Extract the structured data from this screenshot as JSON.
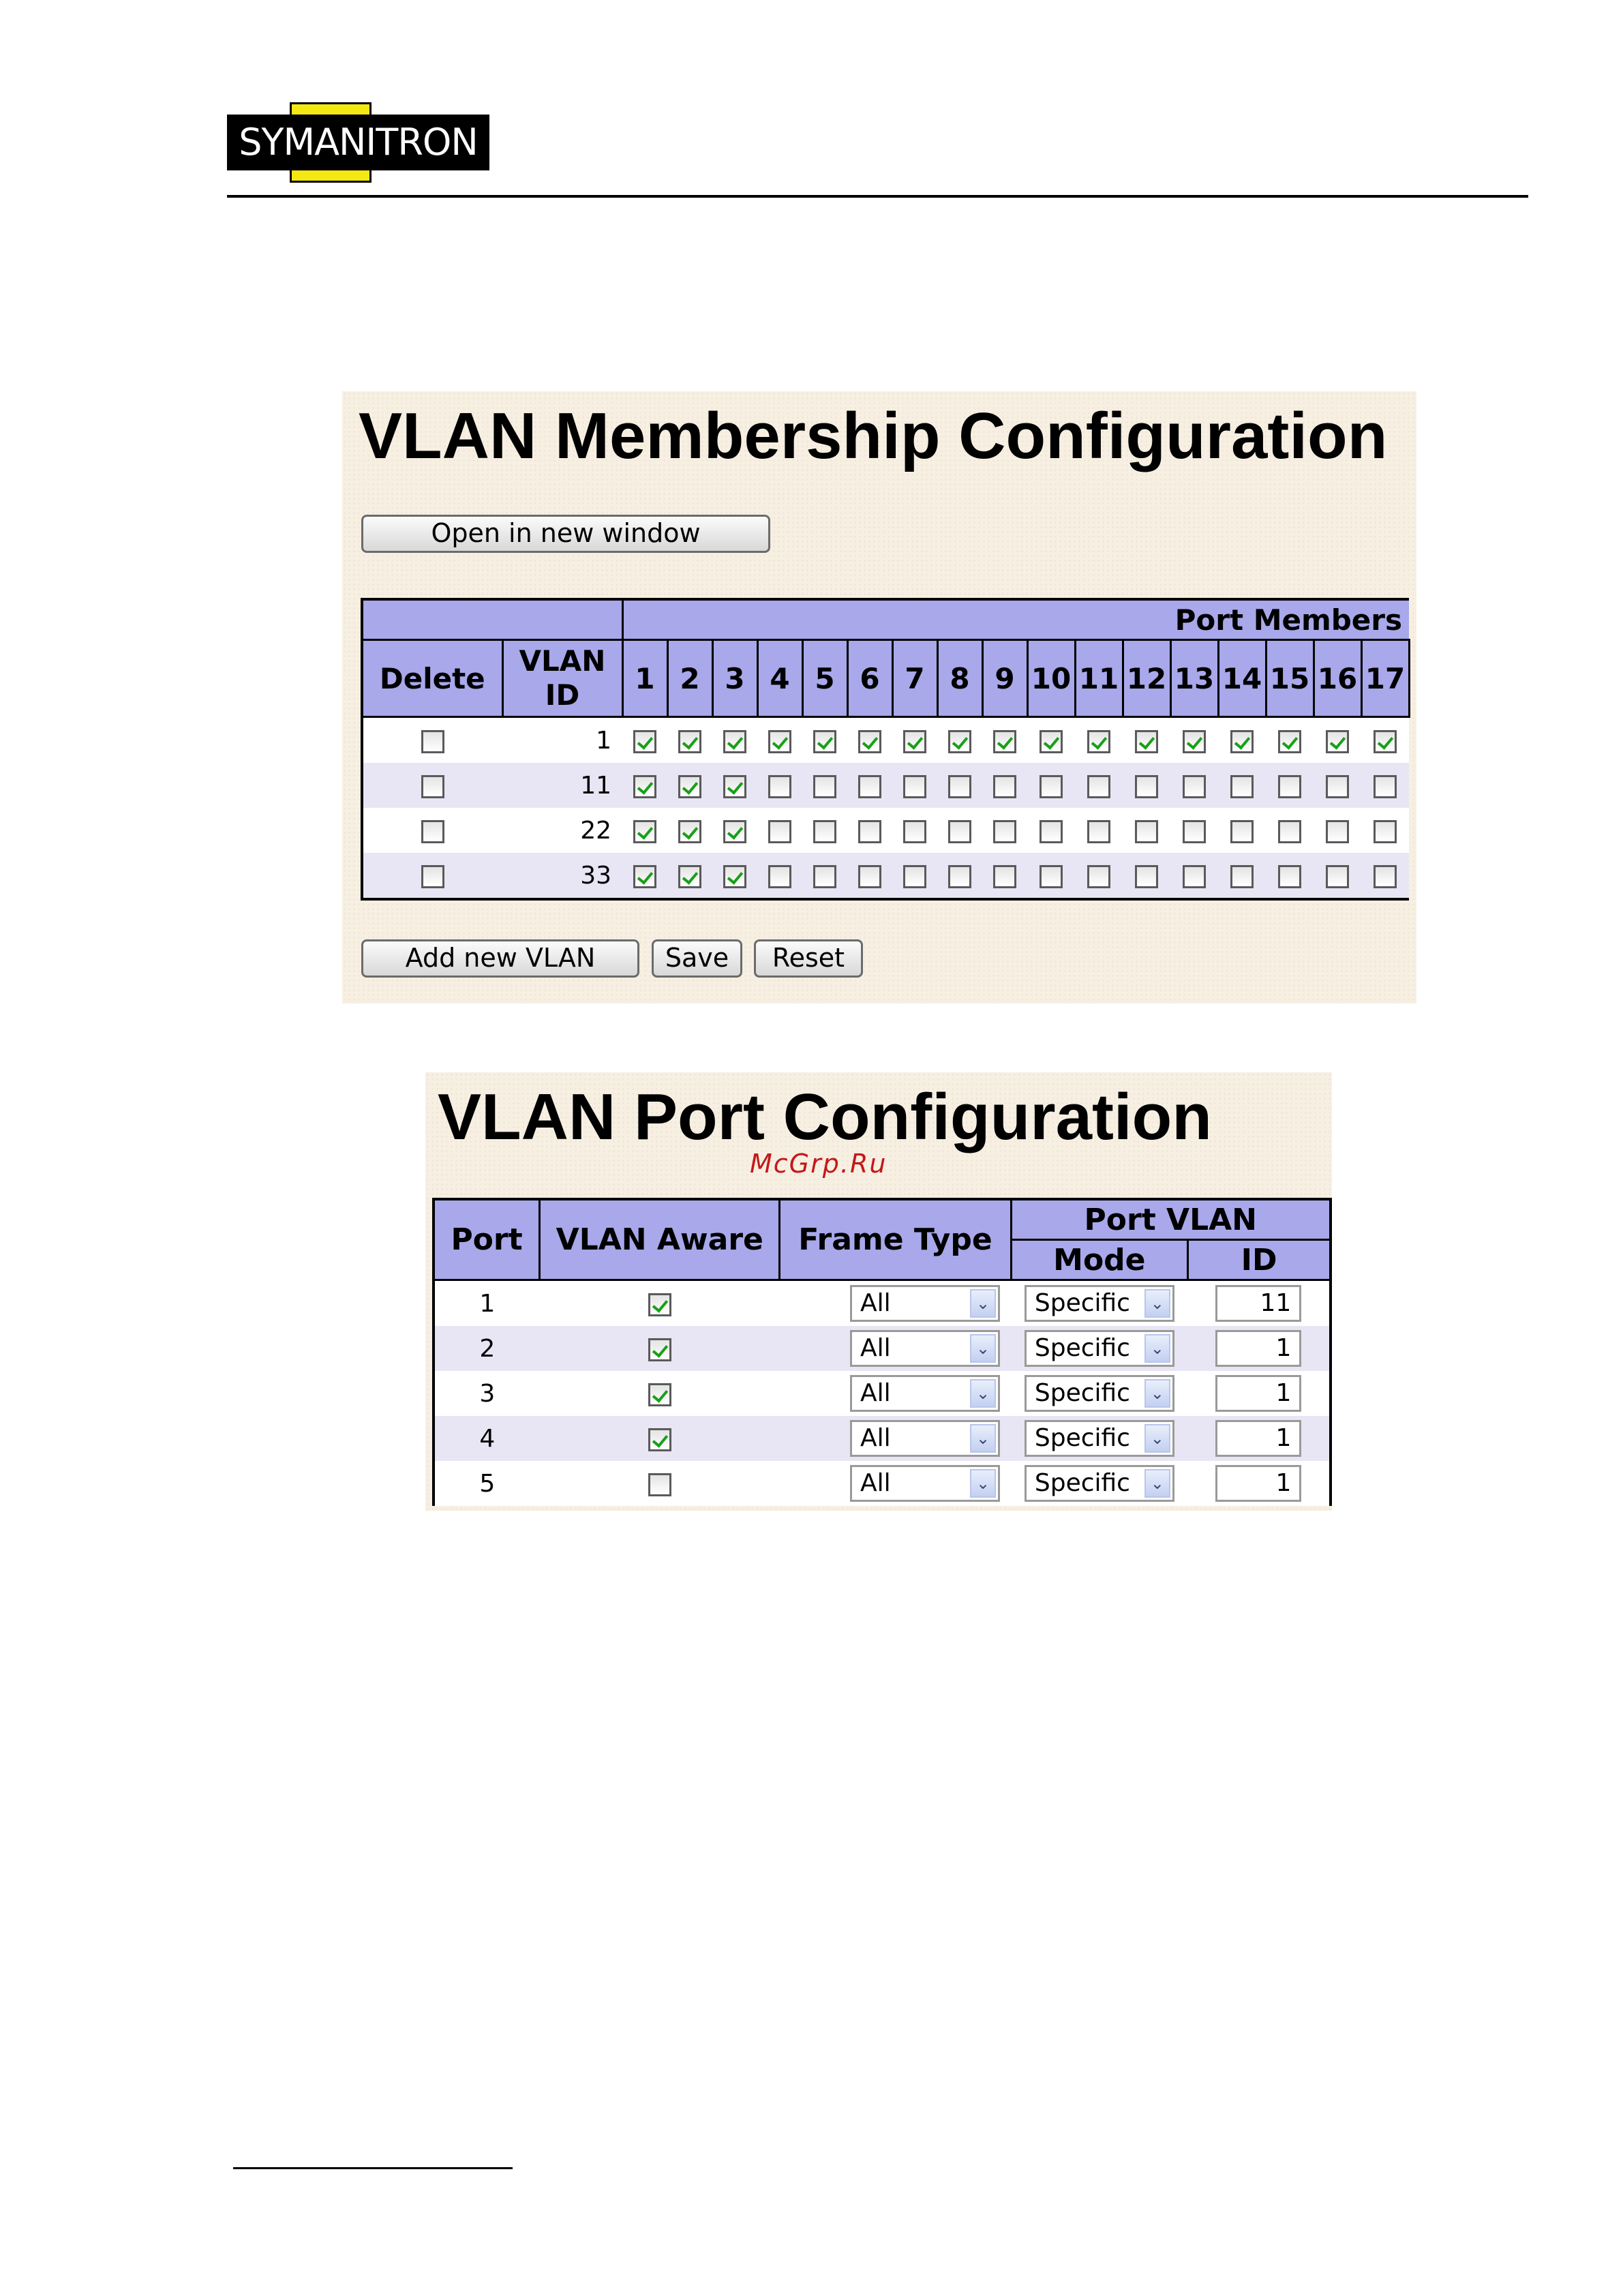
{
  "header": {
    "logo_text": "SYMANITRON"
  },
  "membership": {
    "title": "VLAN Membership Configuration",
    "open_button": "Open in new window",
    "col_delete": "Delete",
    "col_vlan_id": "VLAN ID",
    "col_port_members": "Port Members",
    "ports": [
      "1",
      "2",
      "3",
      "4",
      "5",
      "6",
      "7",
      "8",
      "9",
      "10",
      "11",
      "12",
      "13",
      "14",
      "15",
      "16",
      "17"
    ],
    "rows": [
      {
        "vlan_id": "1",
        "delete": false,
        "members": [
          true,
          true,
          true,
          true,
          true,
          true,
          true,
          true,
          true,
          true,
          true,
          true,
          true,
          true,
          true,
          true,
          true
        ]
      },
      {
        "vlan_id": "11",
        "delete": false,
        "members": [
          true,
          true,
          true,
          false,
          false,
          false,
          false,
          false,
          false,
          false,
          false,
          false,
          false,
          false,
          false,
          false,
          false
        ]
      },
      {
        "vlan_id": "22",
        "delete": false,
        "members": [
          true,
          true,
          true,
          false,
          false,
          false,
          false,
          false,
          false,
          false,
          false,
          false,
          false,
          false,
          false,
          false,
          false
        ]
      },
      {
        "vlan_id": "33",
        "delete": false,
        "members": [
          true,
          true,
          true,
          false,
          false,
          false,
          false,
          false,
          false,
          false,
          false,
          false,
          false,
          false,
          false,
          false,
          false
        ]
      }
    ],
    "add_button": "Add new VLAN",
    "save_button": "Save",
    "reset_button": "Reset"
  },
  "port_config": {
    "title": "VLAN Port Configuration",
    "watermark": "McGrp.Ru",
    "col_port": "Port",
    "col_vlan_aware": "VLAN Aware",
    "col_frame_type": "Frame Type",
    "col_port_vlan": "Port VLAN",
    "col_mode": "Mode",
    "col_id": "ID",
    "rows": [
      {
        "port": "1",
        "aware": true,
        "frame_type": "All",
        "mode": "Specific",
        "id": "11"
      },
      {
        "port": "2",
        "aware": true,
        "frame_type": "All",
        "mode": "Specific",
        "id": "1"
      },
      {
        "port": "3",
        "aware": true,
        "frame_type": "All",
        "mode": "Specific",
        "id": "1"
      },
      {
        "port": "4",
        "aware": true,
        "frame_type": "All",
        "mode": "Specific",
        "id": "1"
      },
      {
        "port": "5",
        "aware": false,
        "frame_type": "All",
        "mode": "Specific",
        "id": "1"
      }
    ]
  }
}
